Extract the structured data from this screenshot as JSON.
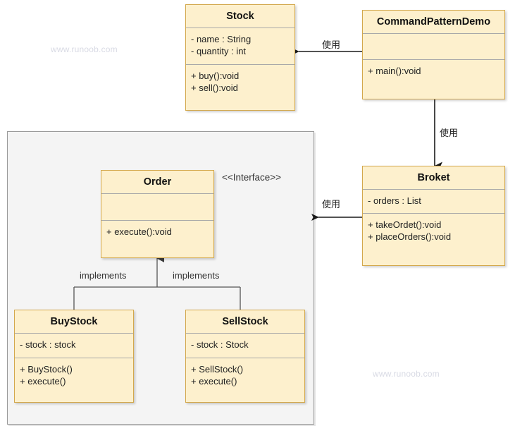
{
  "diagram": {
    "type": "uml-class-diagram",
    "title": "Command Pattern UML Class Diagram",
    "background": "#ffffff",
    "class_fill": "#fdf0cd",
    "class_border": "#d3a84c",
    "panel_fill": "#f4f4f4",
    "panel_border": "#9a9a9a",
    "edge_color": "#1a1a1a"
  },
  "classes": {
    "stock": {
      "name": "Stock",
      "attributes": [
        "- name : String",
        "- quantity : int"
      ],
      "methods": [
        "+ buy():void",
        "+ sell():void"
      ]
    },
    "command_pattern_demo": {
      "name": "CommandPatternDemo",
      "attributes": [],
      "methods": [
        "+ main():void"
      ]
    },
    "broket": {
      "name": "Broket",
      "attributes": [
        "- orders : List"
      ],
      "methods": [
        "+ takeOrdet():void",
        "+ placeOrders():void"
      ]
    },
    "order": {
      "name": "Order",
      "stereotype": "<<Interface>>",
      "attributes": [],
      "methods": [
        "+ execute():void"
      ]
    },
    "buy_stock": {
      "name": "BuyStock",
      "attributes": [
        "- stock : stock"
      ],
      "methods": [
        "+ BuyStock()",
        "+ execute()"
      ]
    },
    "sell_stock": {
      "name": "SellStock",
      "attributes": [
        "- stock : Stock"
      ],
      "methods": [
        "+ SellStock()",
        "+ execute()"
      ]
    }
  },
  "edges": {
    "demo_uses_stock": "使用",
    "demo_uses_broket": "使用",
    "broket_uses_order": "使用",
    "buystock_implements_order": "implements",
    "sellstock_implements_order": "implements"
  },
  "watermarks": {
    "top_left": "www.runoob.com",
    "bottom_right": "www.runoob.com"
  }
}
